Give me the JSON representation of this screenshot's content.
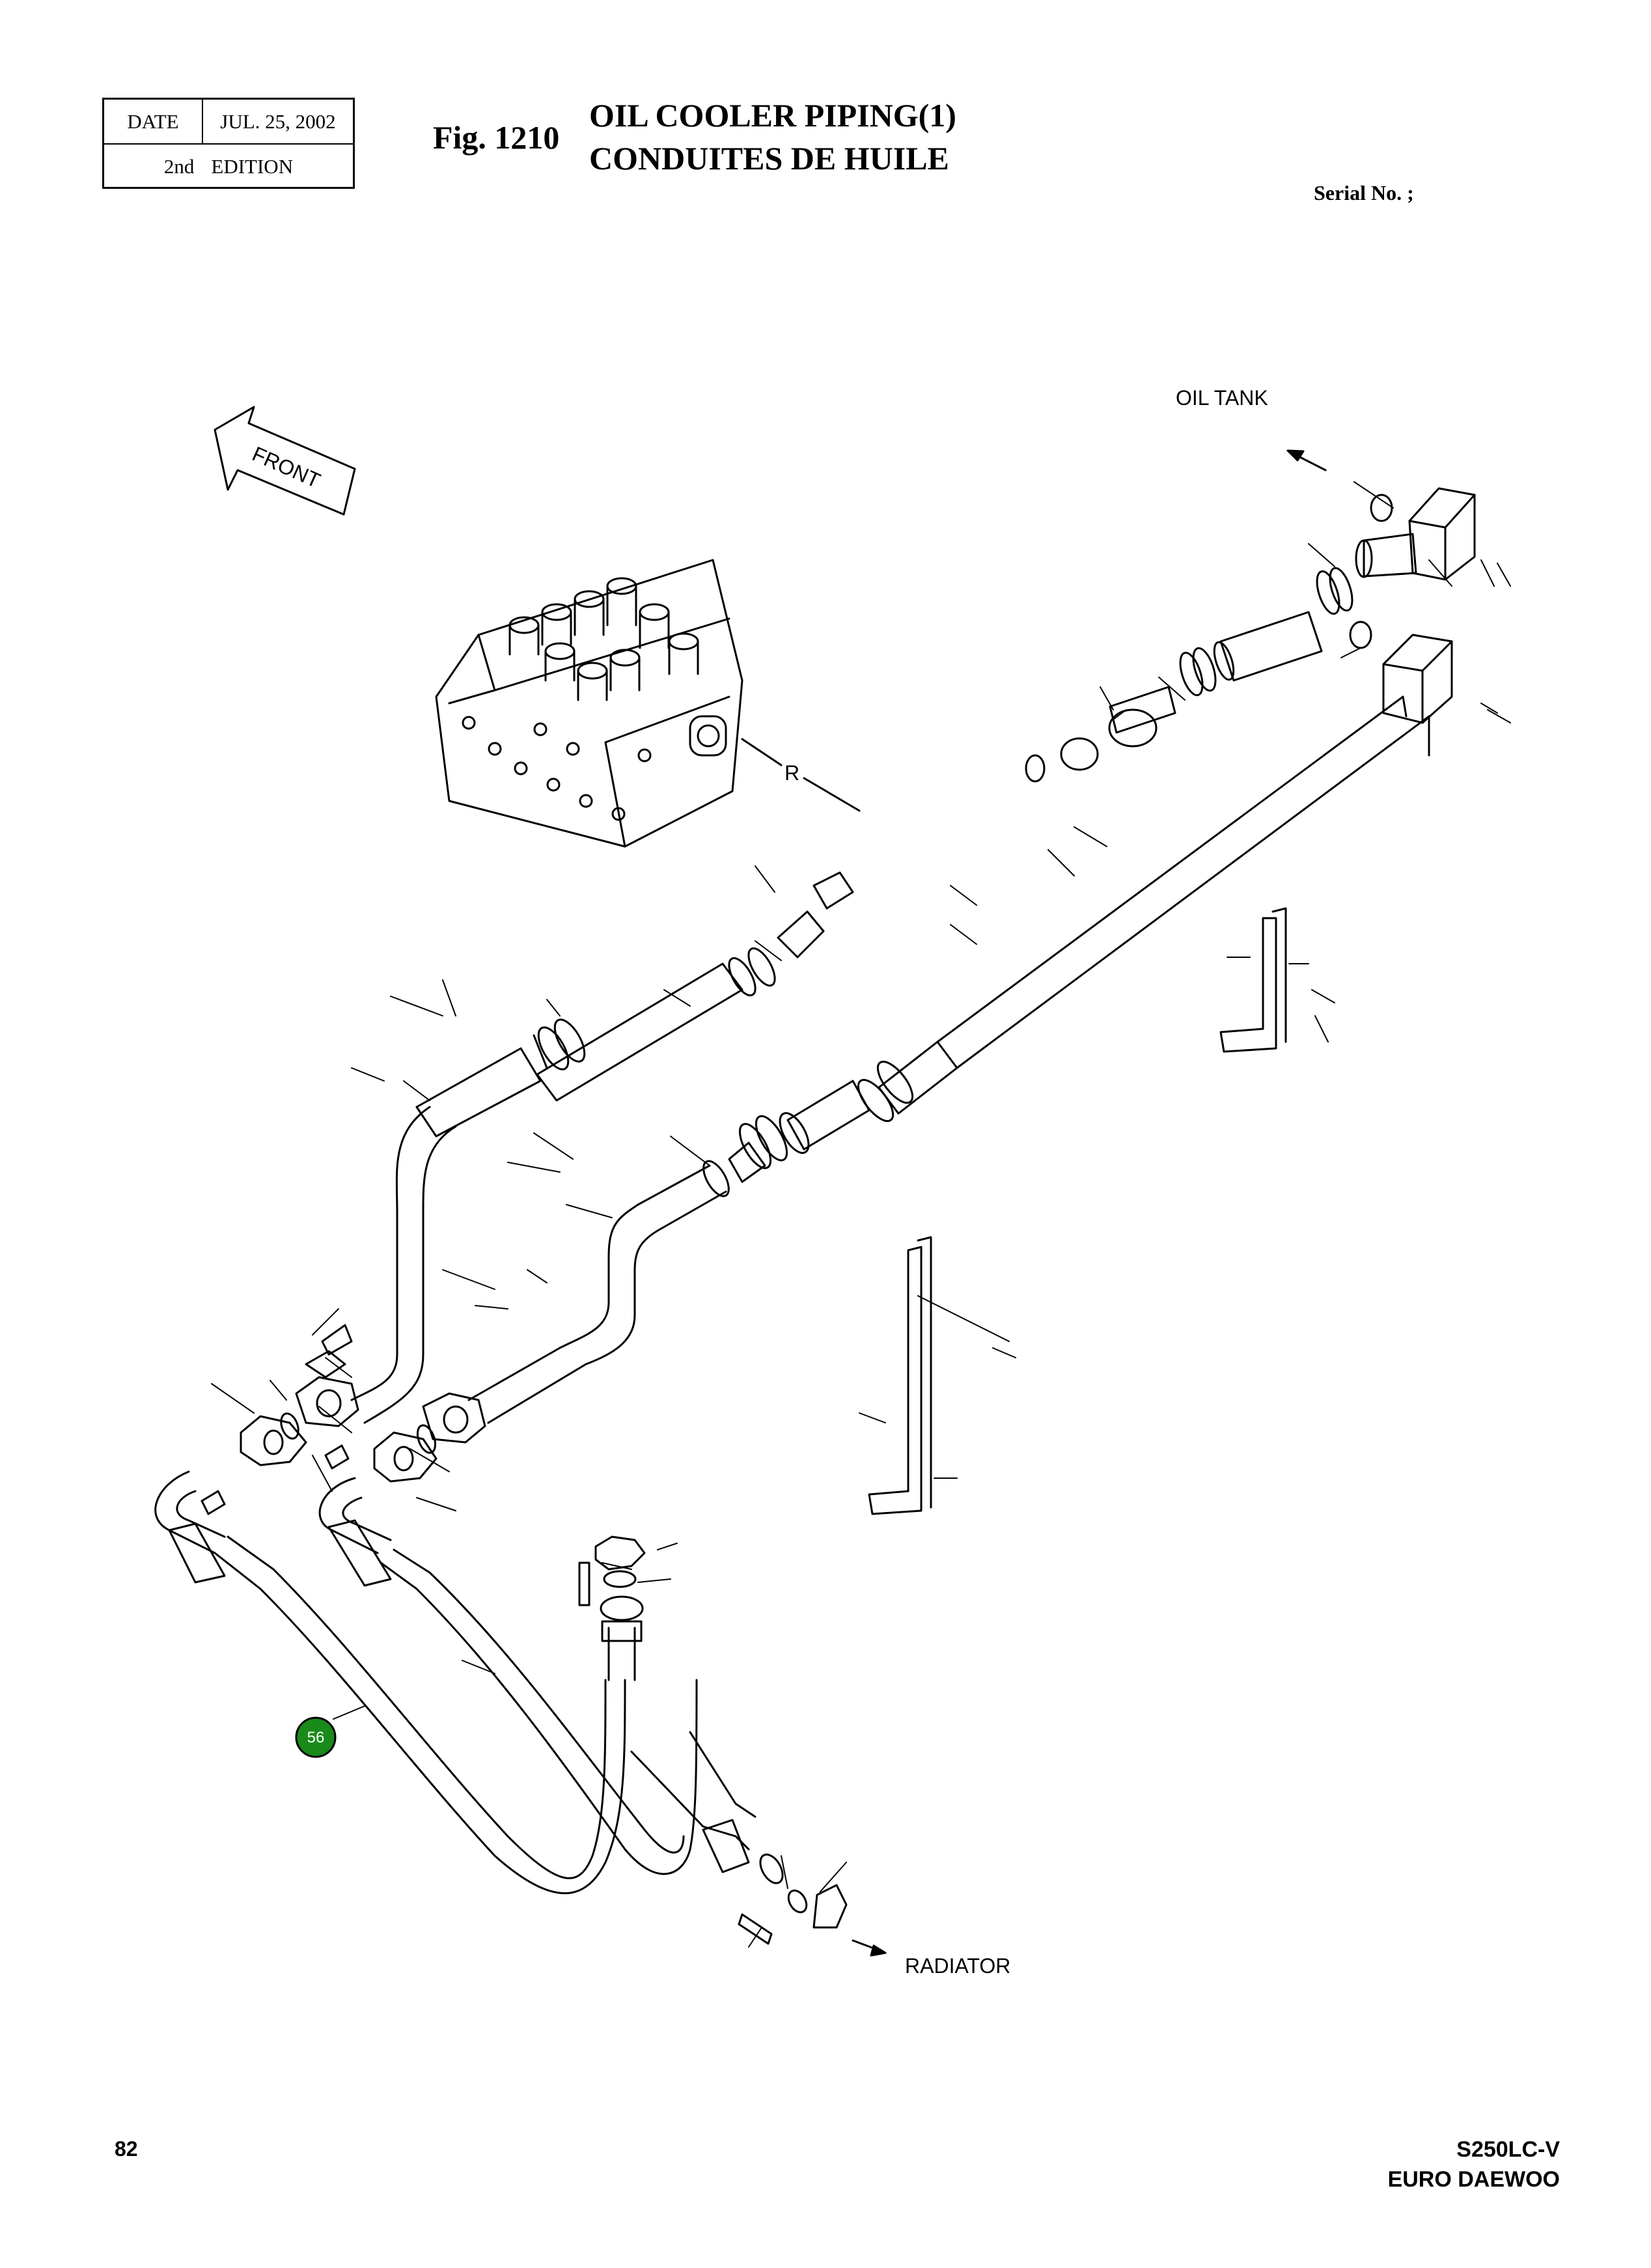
{
  "header": {
    "date_label": "DATE",
    "date_value": "JUL. 25, 2002",
    "edition_number": "2nd",
    "edition_label": "EDITION",
    "fig_number": "Fig. 1210",
    "title_en": "OIL COOLER PIPING(1)",
    "title_fr": "CONDUITES DE HUILE",
    "serial": "Serial No. ;"
  },
  "diagram": {
    "front_label": "FRONT",
    "oil_tank_label": "OIL TANK",
    "radiator_label": "RADIATOR",
    "r_label": "R",
    "callout": {
      "number": "56",
      "color": "#1a8a1a"
    }
  },
  "footer": {
    "page_number": "82",
    "model": "S250LC-V",
    "maker": "EURO DAEWOO"
  }
}
